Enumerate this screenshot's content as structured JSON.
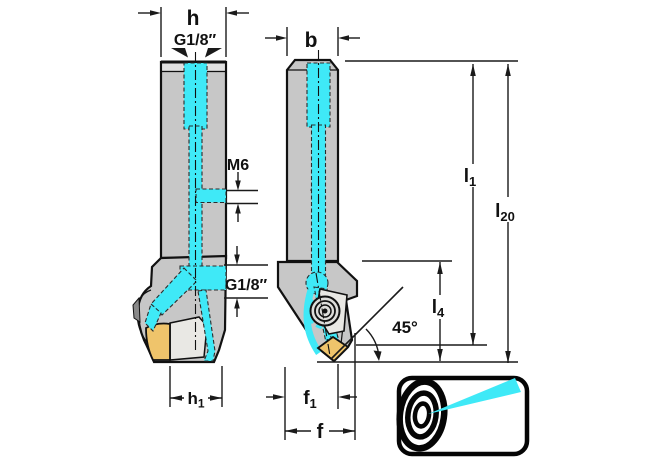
{
  "drawing": {
    "title": "toolholder-dimension-drawing"
  },
  "labels": {
    "h": "h",
    "g18_top": "G1/8″",
    "b": "b",
    "m6": "M6",
    "g18_side": "G1/8″",
    "angle45": "45°",
    "f": "f",
    "h1": {
      "base": "h",
      "sub": "1"
    },
    "f1": {
      "base": "f",
      "sub": "1"
    },
    "l1": {
      "base": "l",
      "sub": "1"
    },
    "l20": {
      "base": "l",
      "sub": "20"
    },
    "l4": {
      "base": "l",
      "sub": "4"
    }
  },
  "colors": {
    "coolant": "#3FE9F7",
    "insert": "#EFC46B",
    "body": "#C7C7C7",
    "body_highlight": "#E0E0E0",
    "clamp": "#E9E8E4",
    "line": "#111111",
    "background": "#FFFFFF"
  },
  "icons": [
    {
      "name": "precision-coolant-target-icon"
    }
  ]
}
